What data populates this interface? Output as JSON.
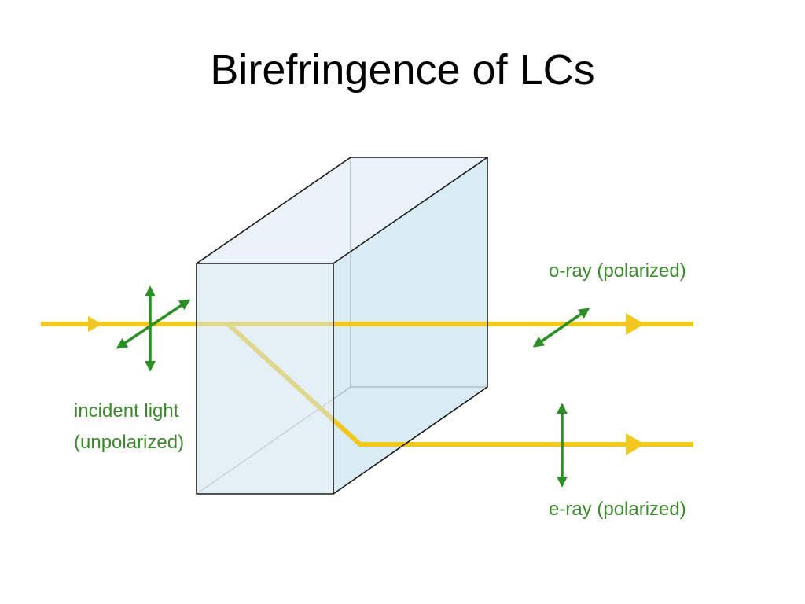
{
  "title": "Birefringence of LCs",
  "labels": {
    "incident_line1": "incident light",
    "incident_line2": "(unpolarized)",
    "o_ray": "o-ray (polarized)",
    "e_ray": "e-ray (polarized)"
  },
  "colors": {
    "ray": "#f2c81e",
    "polarization_arrow": "#2a8f24",
    "label_text": "#3b8a2c",
    "crystal_fill": "#dcebf3",
    "crystal_edge": "#1a1a1a"
  },
  "icons": {
    "polarization": "double-headed-arrow"
  }
}
